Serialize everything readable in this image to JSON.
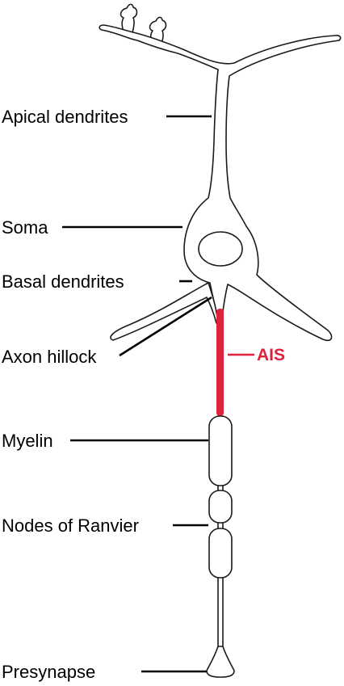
{
  "labels": {
    "apical_dendrites": "Apical dendrites",
    "soma": "Soma",
    "basal_dendrites": "Basal dendrites",
    "axon_hillock": "Axon hillock",
    "ais": "AIS",
    "myelin": "Myelin",
    "nodes_of_ranvier": "Nodes of Ranvier",
    "presynapse": "Presynapse"
  },
  "colors": {
    "ais": "#e0213c",
    "outline": "#1a1a1a",
    "text": "#000000"
  }
}
